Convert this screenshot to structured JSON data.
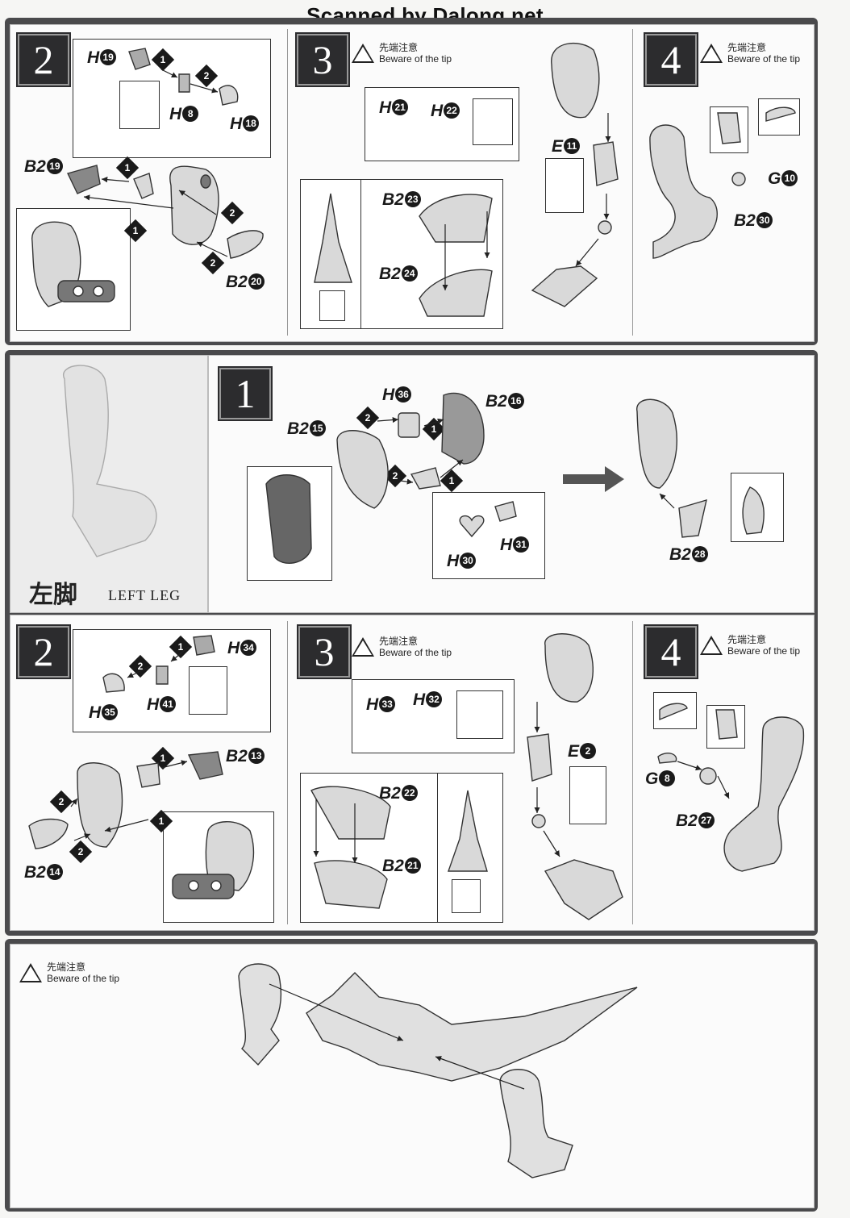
{
  "watermark": "Scanned by Dalong.net",
  "caution": {
    "jp": "先端注意",
    "en": "Beware of the tip"
  },
  "right_leg": {
    "step2": {
      "number": "2",
      "parts": [
        "H19",
        "H8",
        "H18",
        "B2 19",
        "B2 20"
      ],
      "labels": {
        "a": "H",
        "an": "19",
        "b": "H",
        "bn": "8",
        "c": "H",
        "cn": "18",
        "d": "B2",
        "dn": "19",
        "e": "B2",
        "en": "20"
      }
    },
    "step3": {
      "number": "3",
      "labels": {
        "a": "H",
        "an": "21",
        "b": "H",
        "bn": "22",
        "c": "E",
        "cn": "11",
        "d": "B2",
        "dn": "23",
        "e": "B2",
        "en": "24"
      }
    },
    "step4": {
      "number": "4",
      "labels": {
        "a": "G",
        "an": "10",
        "b": "B2",
        "bn": "30"
      }
    }
  },
  "left_leg": {
    "title_jp": "左脚",
    "title_en": "LEFT LEG",
    "step1": {
      "number": "1",
      "labels": {
        "a": "H",
        "an": "36",
        "b": "B2",
        "bn": "16",
        "c": "B2",
        "cn": "15",
        "d": "H",
        "dn": "31",
        "e": "H",
        "en": "30",
        "f": "B2",
        "fn": "28"
      }
    },
    "step2": {
      "number": "2",
      "labels": {
        "a": "H",
        "an": "34",
        "b": "H",
        "bn": "35",
        "c": "H",
        "cn": "41",
        "d": "B2",
        "dn": "13",
        "e": "B2",
        "en": "14"
      }
    },
    "step3": {
      "number": "3",
      "labels": {
        "a": "H",
        "an": "33",
        "b": "H",
        "bn": "32",
        "c": "E",
        "cn": "2",
        "d": "B2",
        "dn": "22",
        "e": "B2",
        "en": "21"
      }
    },
    "step4": {
      "number": "4",
      "labels": {
        "a": "G",
        "an": "8",
        "b": "B2",
        "bn": "27"
      }
    }
  },
  "order": {
    "n1": "1",
    "n2": "2"
  }
}
